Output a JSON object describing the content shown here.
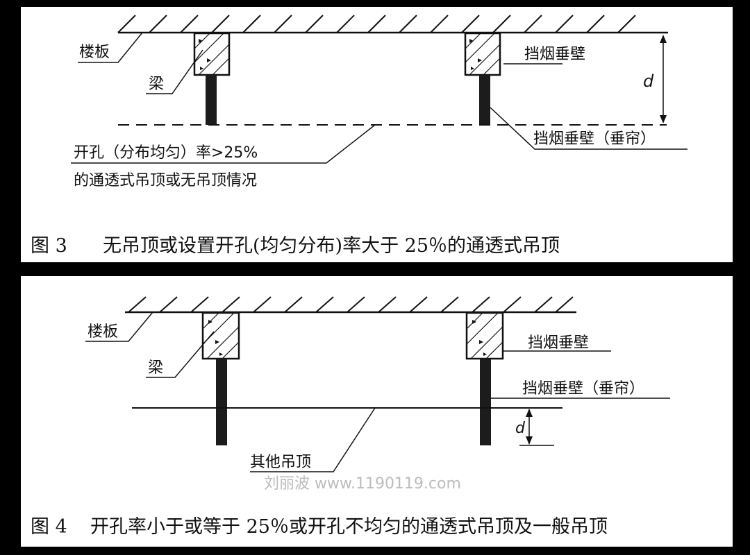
{
  "figure3": {
    "label_floor": "楼板",
    "label_beam": "梁",
    "label_smoke_wall": "挡烟垂壁",
    "label_smoke_wall_curtain": "挡烟垂壁（垂帘）",
    "label_dim": "d",
    "annotation_line1": "开孔（分布均匀）率>25%",
    "annotation_line2": "的通透式吊顶或无吊顶情况",
    "caption_number": "图 3",
    "caption_text": "无吊顶或设置开孔(均匀分布)率大于 25％的通透式吊顶"
  },
  "figure4": {
    "label_floor": "楼板",
    "label_beam": "梁",
    "label_smoke_wall": "挡烟垂壁",
    "label_smoke_wall_curtain": "挡烟垂壁（垂帘）",
    "label_dim": "d",
    "label_ceiling": "其他吊顶",
    "caption_number": "图 4",
    "caption_text": "开孔率小于或等于 25％或开孔不均匀的通透式吊顶及一般吊顶"
  },
  "watermark": "刘丽波 www.1190119.com"
}
